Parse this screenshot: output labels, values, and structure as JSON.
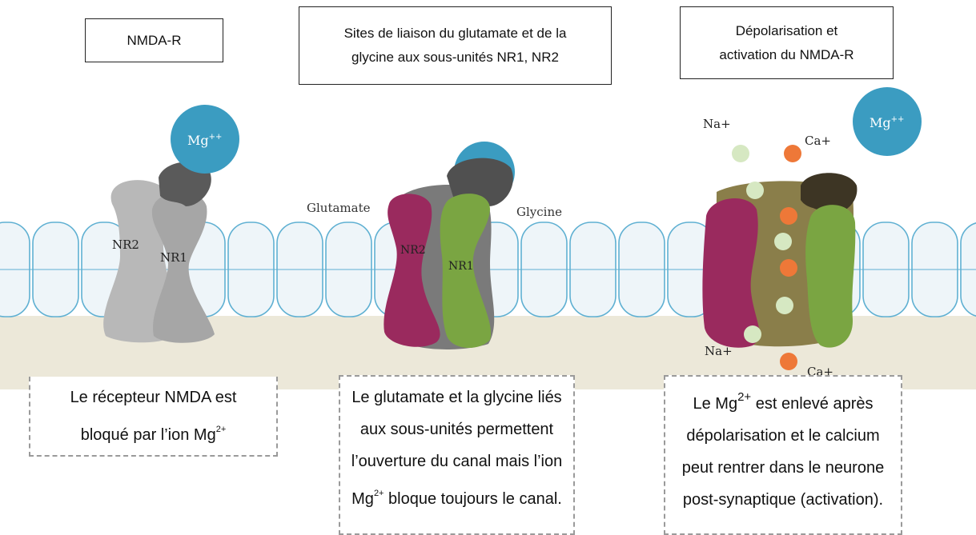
{
  "colors": {
    "membrane_fill": "#eef5f9",
    "membrane_stroke": "#5fb0d2",
    "cytoplasm": "#ece8d9",
    "nr_grey_light": "#b8b8b8",
    "nr_grey_dark": "#6f6f6f",
    "nr_cap_dark": "#505050",
    "mg_blue": "#3b9cc1",
    "nr2_magenta": "#9a2a5e",
    "nr1_green": "#7aa542",
    "pore_olive": "#8a7e4a",
    "glycine_cap": "#3d3524",
    "na_dot": "#d6e8c2",
    "ca_dot": "#ee7838"
  },
  "boxes": {
    "nmdar_title": "NMDA-R",
    "sites_line1": "Sites de liaison du glutamate et de la",
    "sites_line2": "glycine aux sous-unités NR1, NR2",
    "depol_line1": "Dépolarisation et",
    "depol_line2": "activation du NMDA-R"
  },
  "labels": {
    "mg": "Mg",
    "mg_charge": "++",
    "nr2": "NR2",
    "nr1": "NR1",
    "glutamate": "Glutamate",
    "glycine": "Glycine",
    "na_top": "Na+",
    "ca_top": "Ca+",
    "na_bottom": "Na+",
    "ca_bottom": "Ca+"
  },
  "captions": {
    "c1_line1": "Le récepteur NMDA est",
    "c1_line2_pre": "bloqué par l’ion Mg",
    "c1_sup": "2+",
    "c2_line1": "Le glutamate et la glycine liés",
    "c2_line2": "aux sous-unités permettent",
    "c2_line3": "l’ouverture du canal mais l’ion",
    "c2_line4_mg": "Mg",
    "c2_sup": "2+",
    "c2_line4_post": " bloque toujours le canal.",
    "c3_line1_pre": "Le Mg",
    "c3_sup": "2+",
    "c3_line1_post": " est enlevé après",
    "c3_line2": "dépolarisation et le calcium",
    "c3_line3": "peut rentrer dans le neurone",
    "c3_line4": "post-synaptique (activation)."
  }
}
